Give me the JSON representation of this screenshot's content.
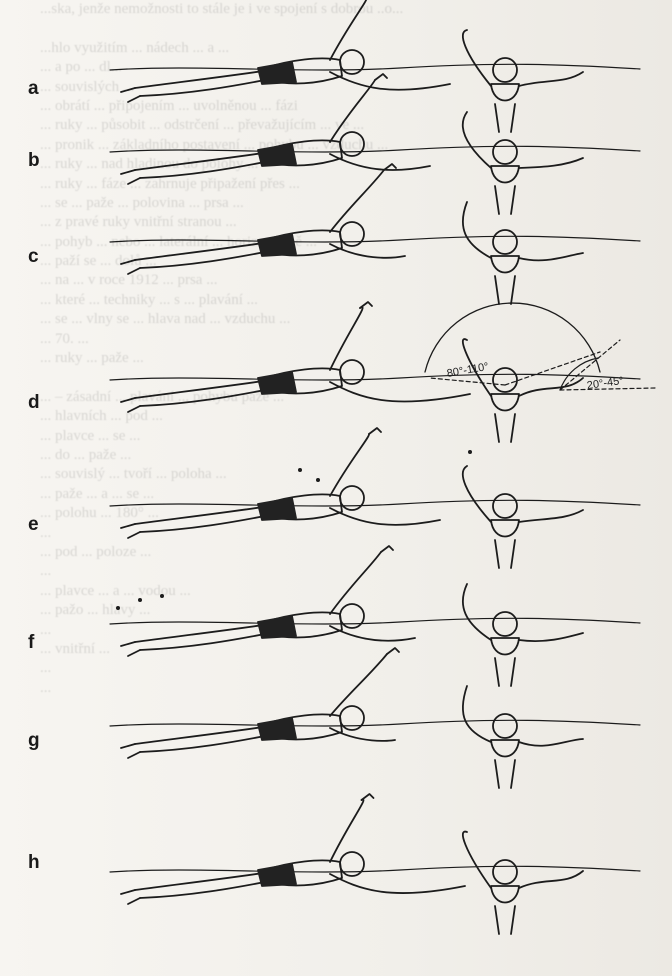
{
  "figure": {
    "rows": [
      {
        "label": "a"
      },
      {
        "label": "b"
      },
      {
        "label": "c"
      },
      {
        "label": "d"
      },
      {
        "label": "e"
      },
      {
        "label": "f"
      },
      {
        "label": "g"
      },
      {
        "label": "h"
      }
    ],
    "angles": {
      "shoulder": "80°-110°",
      "forearm": "20°-45°"
    }
  },
  "bleed_through_lines": [
    "...ska, jenže nemožnosti to stále je i ve spojení s dobrou ..o...",
    "",
    "...hlo využitím ... nádech ... a ...",
    "... a po ... dl...",
    "... souvislých ...",
    "... obrátí ... připojením ... uvolněnou ... fázi",
    "... ruky ... působit ... odstrčení ... převažujícím ... ve ...",
    "... pronik ... základního postavení ... pohybu ... vzduchu ...",
    "... ruky ... nad hladinou do polohy ...",
    "... ruky ... fáze ... zahrnuje připažení přes ...",
    "... se ... paže ... polovina ... prsa ...",
    "... z pravé ruky vnitřní stranou ... ",
    "... pohyb ... nebo ... laterální ... horizontálně ...",
    "... paží se ... dolů ... ",
    "... na ... v roce 1912 ... prsa ... ",
    "... které ... techniky ... s ... plavání ...",
    "... se ... vlny se ... hlava nad ... vzduchu ...",
    "... 70. ... ",
    "... ruky ... paže ...",
    "",
    "... – zásadní ... plavání ... pohybu paže ...",
    "... hlavních ... pod ... ",
    "... plavce ... se ...",
    "... do ... paže ...",
    "... souvislý ... tvoří ... poloha ...",
    "... paže ... a ... se ...",
    "... polohu ... 180° ...",
    "... ",
    "... pod ... poloze ... ",
    "... ",
    "... plavce ... a ... vodou ...",
    "... pažo ... hlavy ...",
    "... ",
    "... vnitřní ... ",
    "... ",
    "... "
  ]
}
